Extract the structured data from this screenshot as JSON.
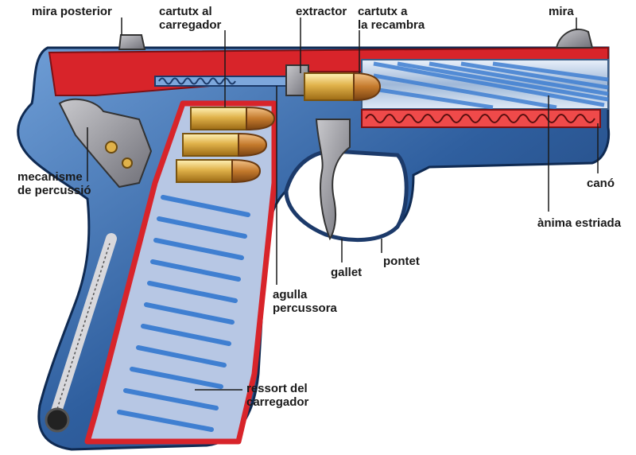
{
  "colors": {
    "frame_blue": "#2f5f9f",
    "frame_red": "#d8242a",
    "barrel_steel": "#b9cde6",
    "brass": "#e0b24a",
    "spring_blue": "#3f7fd1",
    "leader": "#1a1a1a"
  },
  "labels": {
    "mira_posterior": "mira posterior",
    "cartutx_carregador": [
      "cartutx al",
      "carregador"
    ],
    "extractor": "extractor",
    "cartutx_recambra": [
      "cartutx a",
      "la recambra"
    ],
    "mira": "mira",
    "mecanisme_percussio": [
      "mecanisme",
      "de percussió"
    ],
    "cano": "canó",
    "anima_estriada": "ànima estriada",
    "gallet": "gallet",
    "pontet": "pontet",
    "agulla_percussora": [
      "agulla",
      "percussora"
    ],
    "ressort_carregador": [
      "ressort del",
      "carregador"
    ]
  }
}
